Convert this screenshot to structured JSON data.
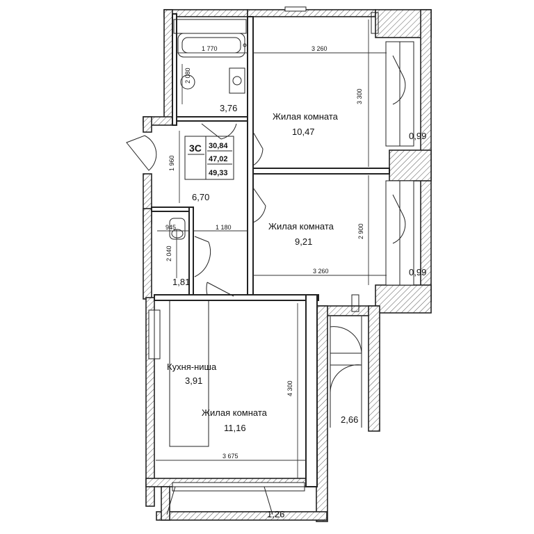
{
  "apartment": {
    "type_label": "3С",
    "areas": [
      "30,84",
      "47,02",
      "49,33"
    ]
  },
  "rooms": {
    "bathroom_area": "3,76",
    "living1_name": "Жилая комната",
    "living1_area": "10,47",
    "living2_name": "Жилая комната",
    "living2_area": "9,21",
    "hall_area": "6,70",
    "wc_area": "1,81",
    "kitchen_name": "Кухня-ниша",
    "kitchen_area": "3,91",
    "living3_name": "Жилая комната",
    "living3_area": "11,16",
    "balcony1_area": "0,99",
    "balcony2_area": "0,99",
    "loggia_area": "2,66",
    "balcony3_area": "1,26"
  },
  "dimensions": {
    "d1770": "1 770",
    "d3260_top": "3 260",
    "d3300": "3 300",
    "d2080": "2 080",
    "d1960": "1 960",
    "d945": "945",
    "d1180": "1 180",
    "d2040": "2 040",
    "d2900": "2 900",
    "d3260_mid": "3 260",
    "d4300": "4 300",
    "d3675": "3 675"
  }
}
